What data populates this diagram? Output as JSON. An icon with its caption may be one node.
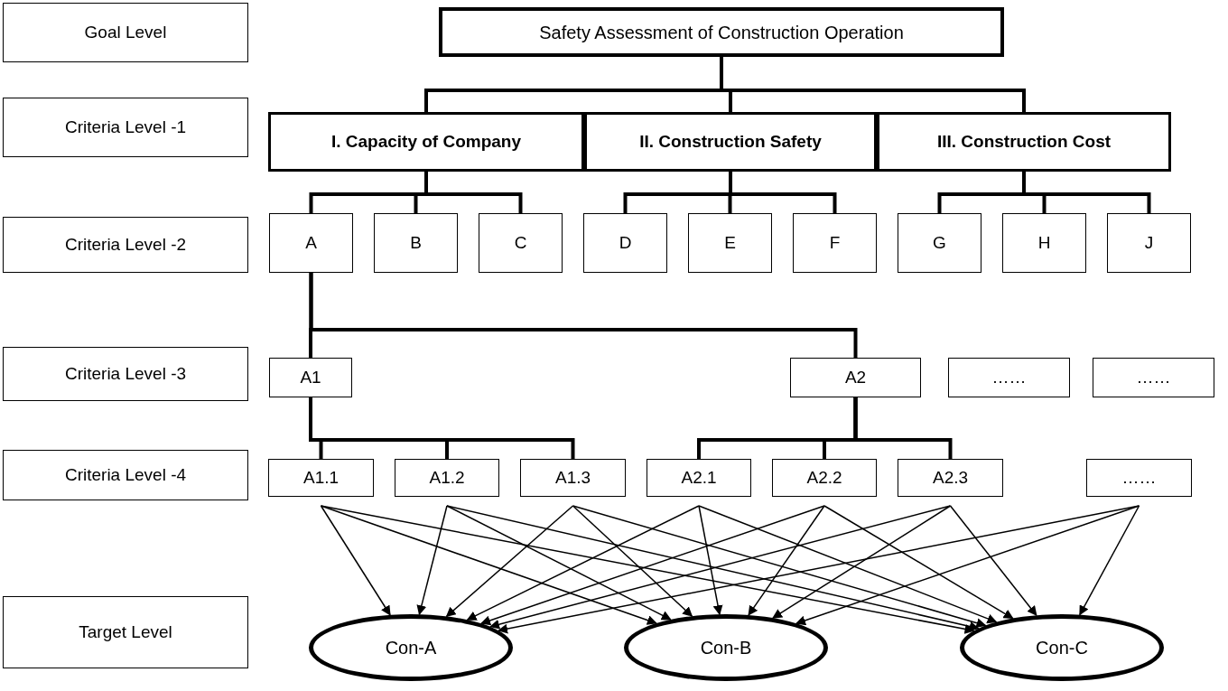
{
  "diagram": {
    "nodes": [
      {
        "text": [
          "Goal Level"
        ]
      },
      {
        "text": [
          "Safety Assessment of Construction Operation"
        ]
      },
      {
        "text": [
          "Criteria Level -1"
        ]
      },
      {
        "text": [
          "I. Capacity of Company"
        ]
      },
      {
        "text": [
          "II. Construction Safety"
        ]
      },
      {
        "text": [
          "III. Construction Cost"
        ]
      },
      {
        "text": [
          "Criteria Level -2"
        ]
      },
      {
        "text": [
          "A"
        ]
      },
      {
        "text": [
          "B"
        ]
      },
      {
        "text": [
          "C"
        ]
      },
      {
        "text": [
          "D"
        ]
      },
      {
        "text": [
          "E"
        ]
      },
      {
        "text": [
          "F"
        ]
      },
      {
        "text": [
          "G"
        ]
      },
      {
        "text": [
          "H"
        ]
      },
      {
        "text": [
          "J"
        ]
      },
      {
        "text": [
          "Criteria Level -3"
        ]
      },
      {
        "text": [
          "A1"
        ]
      },
      {
        "text": [
          "A2"
        ]
      },
      {
        "text": [
          "……"
        ]
      },
      {
        "text": [
          "……"
        ]
      },
      {
        "text": [
          "Criteria Level -4"
        ]
      },
      {
        "text": [
          "A1.1"
        ]
      },
      {
        "text": [
          "A1.2"
        ]
      },
      {
        "text": [
          "A1.3"
        ]
      },
      {
        "text": [
          "A2.1"
        ]
      },
      {
        "text": [
          "A2.2"
        ]
      },
      {
        "text": [
          "A2.3"
        ]
      },
      {
        "text": [
          "……"
        ]
      },
      {
        "text": [
          "Target Level"
        ]
      },
      {
        "text": [
          "Con-A"
        ]
      },
      {
        "text": [
          "Con-B"
        ]
      },
      {
        "text": [
          "Con-C"
        ]
      }
    ],
    "edges": [
      {
        "from": 1,
        "to": 3,
        "arrow": "none",
        "style": "thick"
      },
      {
        "from": 1,
        "to": 4,
        "arrow": "none",
        "style": "thick"
      },
      {
        "from": 1,
        "to": 5,
        "arrow": "none",
        "style": "thick"
      },
      {
        "from": 3,
        "to": 7,
        "arrow": "none",
        "style": "thick"
      },
      {
        "from": 3,
        "to": 8,
        "arrow": "none",
        "style": "thick"
      },
      {
        "from": 3,
        "to": 9,
        "arrow": "none",
        "style": "thick"
      },
      {
        "from": 4,
        "to": 10,
        "arrow": "none",
        "style": "thick"
      },
      {
        "from": 4,
        "to": 11,
        "arrow": "none",
        "style": "thick"
      },
      {
        "from": 4,
        "to": 12,
        "arrow": "none",
        "style": "thick"
      },
      {
        "from": 5,
        "to": 13,
        "arrow": "none",
        "style": "thick"
      },
      {
        "from": 5,
        "to": 14,
        "arrow": "none",
        "style": "thick"
      },
      {
        "from": 5,
        "to": 15,
        "arrow": "none",
        "style": "thick"
      },
      {
        "from": 7,
        "to": 17,
        "arrow": "none",
        "style": "thick"
      },
      {
        "from": 7,
        "to": 18,
        "arrow": "none",
        "style": "thick"
      },
      {
        "from": 17,
        "to": 22,
        "arrow": "none",
        "style": "thick"
      },
      {
        "from": 17,
        "to": 23,
        "arrow": "none",
        "style": "thick"
      },
      {
        "from": 17,
        "to": 24,
        "arrow": "none",
        "style": "thick"
      },
      {
        "from": 18,
        "to": 25,
        "arrow": "none",
        "style": "thick"
      },
      {
        "from": 18,
        "to": 26,
        "arrow": "none",
        "style": "thick"
      },
      {
        "from": 18,
        "to": 27,
        "arrow": "none",
        "style": "thick"
      },
      {
        "from": 22,
        "to": 30,
        "arrow": "to"
      },
      {
        "from": 22,
        "to": 31,
        "arrow": "to"
      },
      {
        "from": 22,
        "to": 32,
        "arrow": "to"
      },
      {
        "from": 23,
        "to": 30,
        "arrow": "to"
      },
      {
        "from": 23,
        "to": 31,
        "arrow": "to"
      },
      {
        "from": 23,
        "to": 32,
        "arrow": "to"
      },
      {
        "from": 24,
        "to": 30,
        "arrow": "to"
      },
      {
        "from": 24,
        "to": 31,
        "arrow": "to"
      },
      {
        "from": 24,
        "to": 32,
        "arrow": "to"
      },
      {
        "from": 25,
        "to": 30,
        "arrow": "to"
      },
      {
        "from": 25,
        "to": 31,
        "arrow": "to"
      },
      {
        "from": 25,
        "to": 32,
        "arrow": "to"
      },
      {
        "from": 26,
        "to": 30,
        "arrow": "to"
      },
      {
        "from": 26,
        "to": 31,
        "arrow": "to"
      },
      {
        "from": 26,
        "to": 32,
        "arrow": "to"
      },
      {
        "from": 27,
        "to": 30,
        "arrow": "to"
      },
      {
        "from": 27,
        "to": 31,
        "arrow": "to"
      },
      {
        "from": 27,
        "to": 32,
        "arrow": "to"
      },
      {
        "from": 28,
        "to": 30,
        "arrow": "to"
      },
      {
        "from": 28,
        "to": 31,
        "arrow": "to"
      },
      {
        "from": 28,
        "to": 32,
        "arrow": "to"
      }
    ]
  }
}
